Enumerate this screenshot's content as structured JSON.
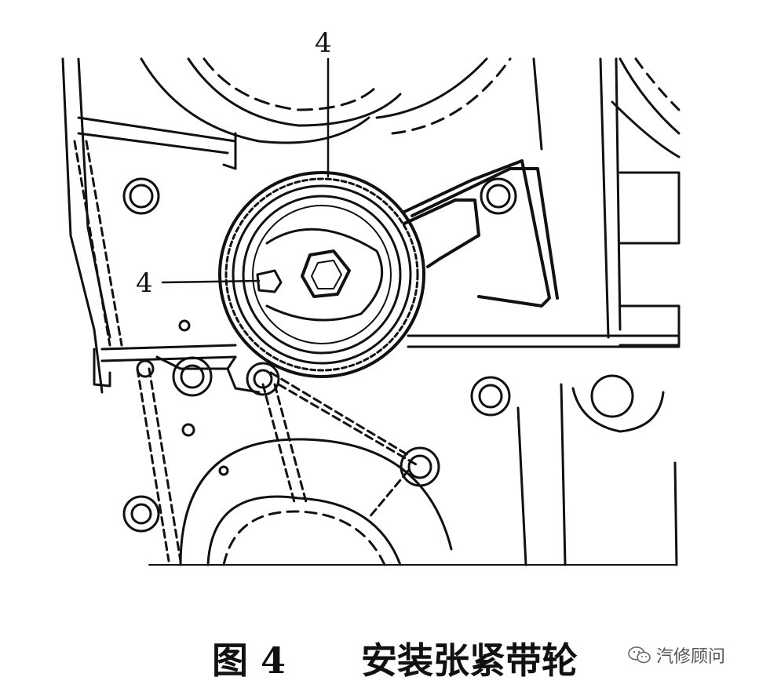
{
  "callouts": {
    "top": "4",
    "left": "4"
  },
  "caption": {
    "figure_number": "图 4",
    "title": "安装张紧带轮"
  },
  "watermark": {
    "text": "汽修顾问",
    "icon": "wechat-icon"
  },
  "colors": {
    "ink": "#111111",
    "background": "#ffffff"
  }
}
